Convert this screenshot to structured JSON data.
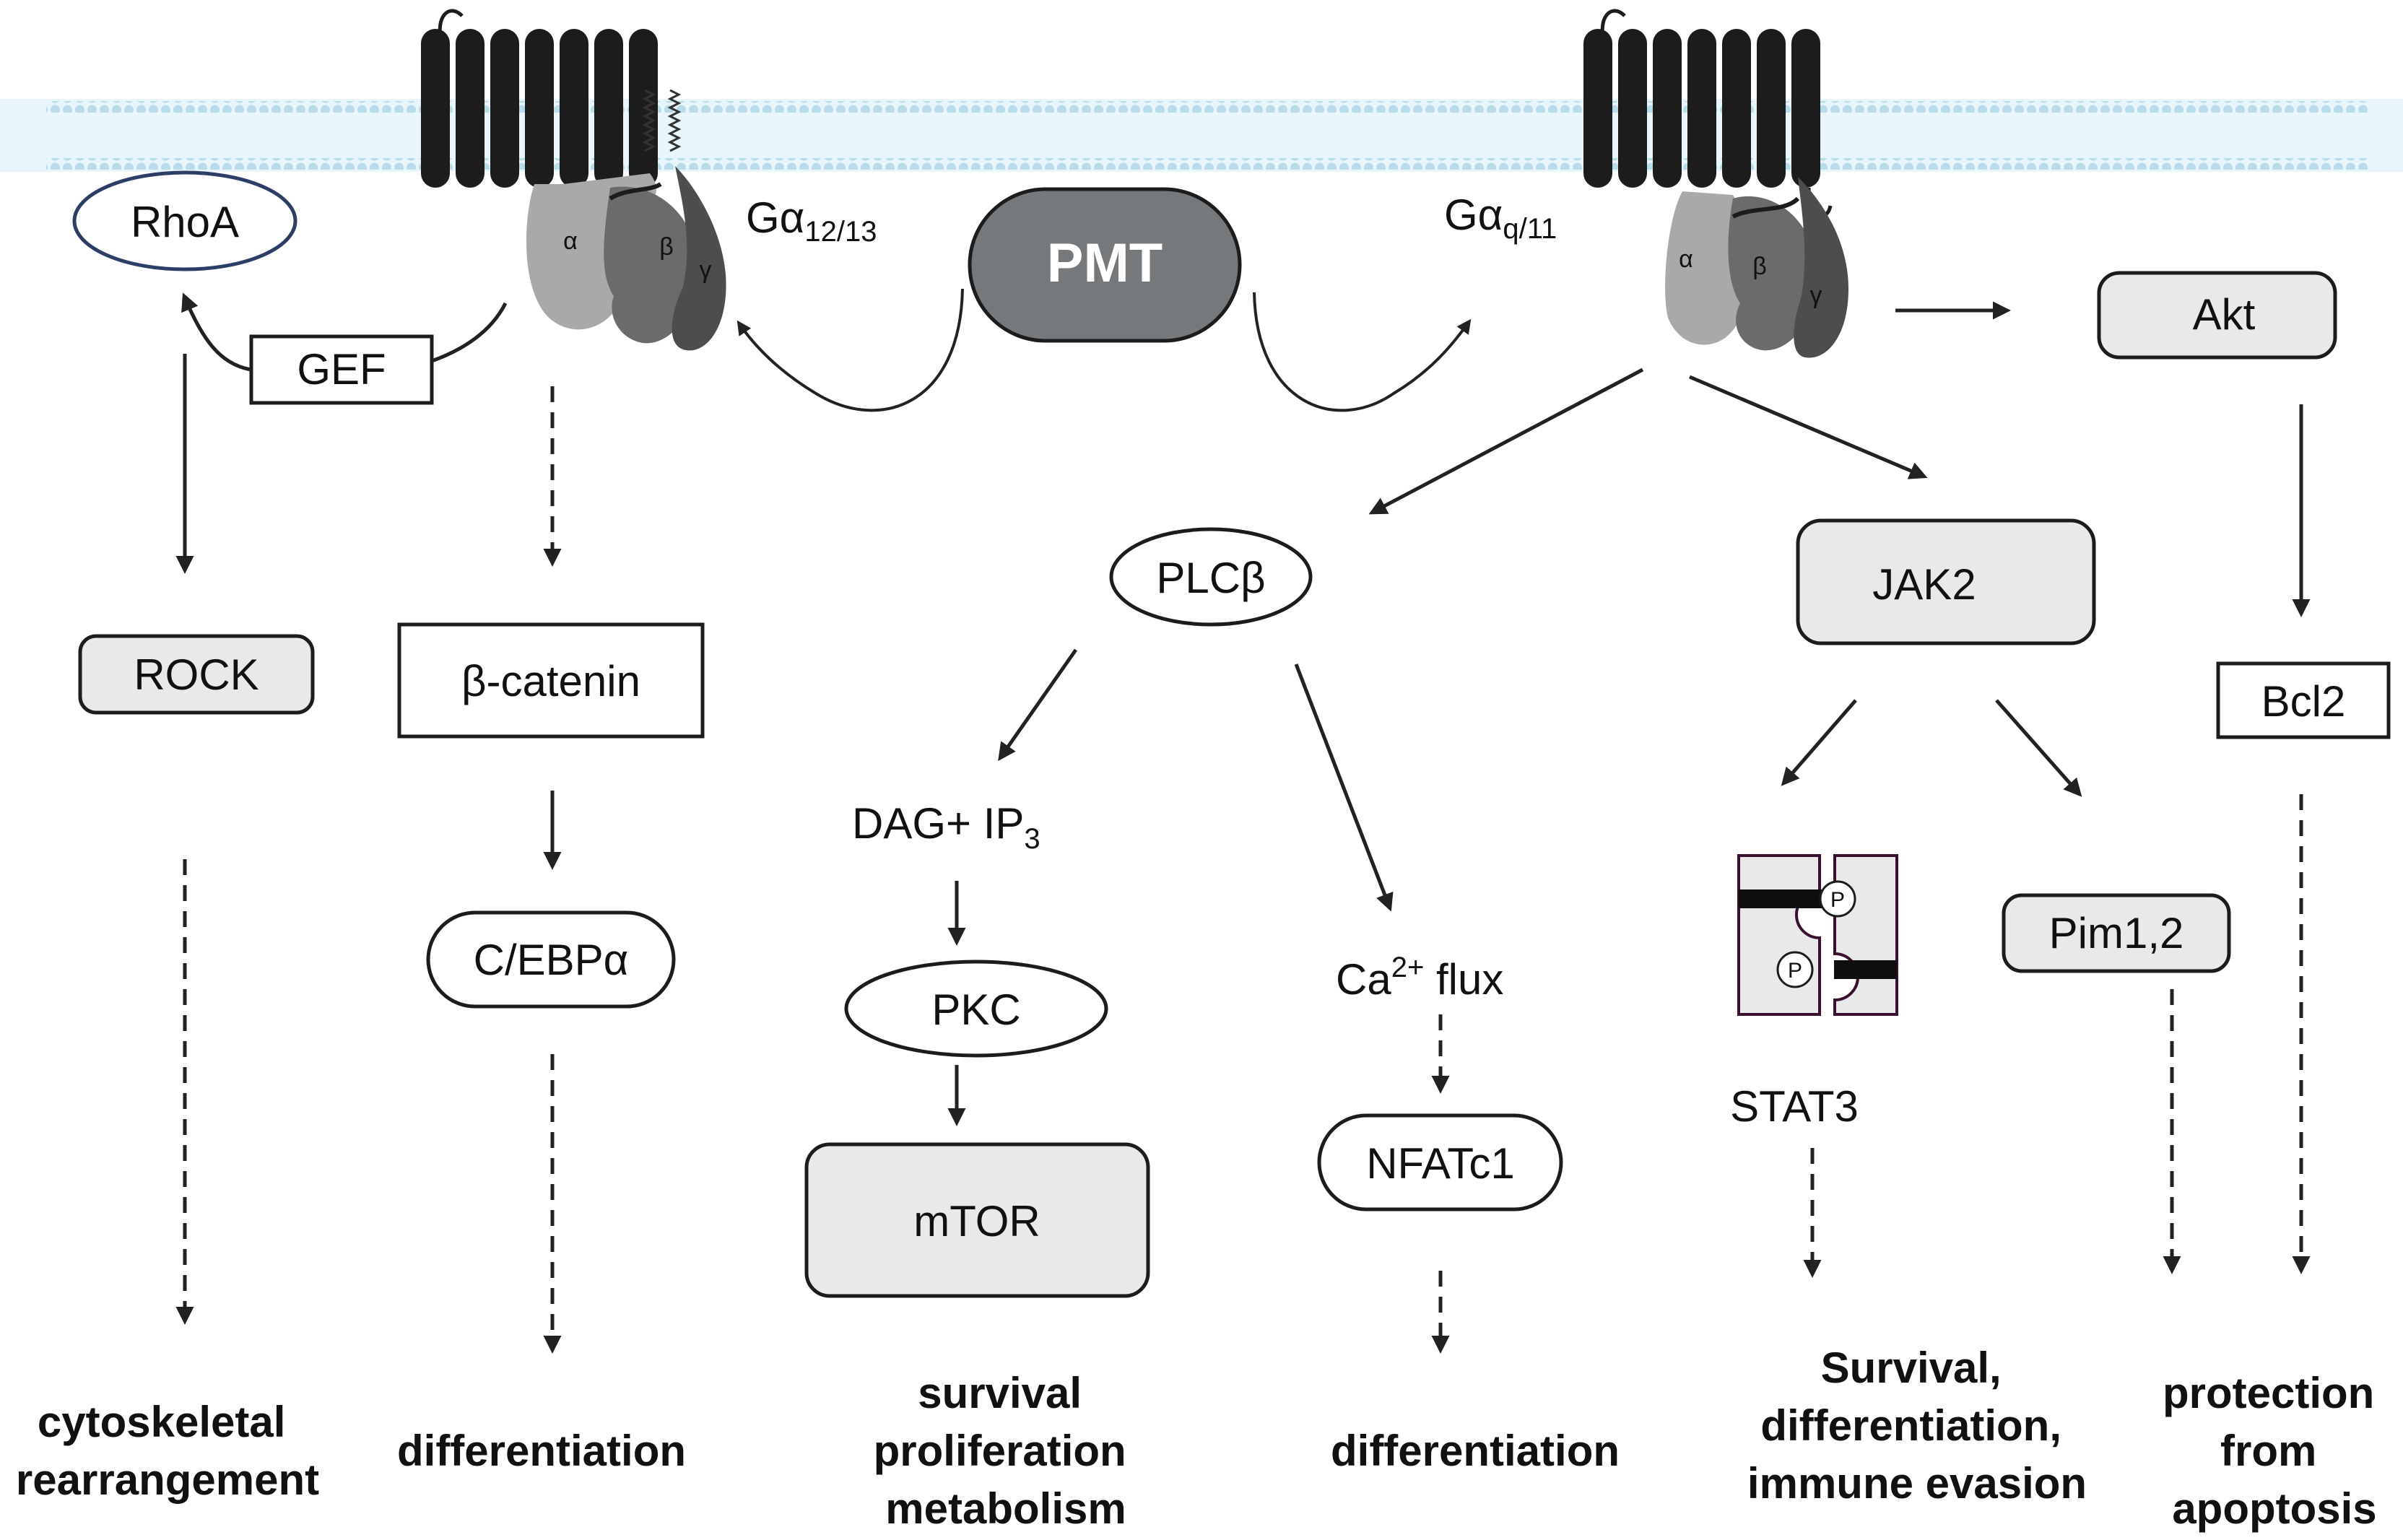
{
  "nodes": {
    "pmt": "PMT",
    "rhoa": "RhoA",
    "gef": "GEF",
    "rock": "ROCK",
    "beta_catenin": "β-catenin",
    "cebpa": "C/EBPα",
    "ga1213_base": "Gα",
    "ga1213_sub": "12/13",
    "gaq11_base": "Gα",
    "gaq11_sub": "q/11",
    "plcb": "PLCβ",
    "dag_ip3_base": "DAG+ IP",
    "dag_ip3_sub": "3",
    "pkc": "PKC",
    "mtor": "mTOR",
    "ca_flux_base": "Ca",
    "ca_flux_sup": "2+",
    "ca_flux_tail": " flux",
    "nfatc1": "NFATc1",
    "jak2": "JAK2",
    "stat3": "STAT3",
    "pim12": "Pim1,2",
    "akt": "Akt",
    "bcl2": "Bcl2"
  },
  "gprotein_subunits": {
    "alpha": "α",
    "beta": "β",
    "gamma": "γ"
  },
  "phospho_label": "P",
  "outcomes": {
    "cytoskeletal": [
      "cytoskeletal",
      "rearrangement"
    ],
    "diff1": [
      "differentiation"
    ],
    "survival_prolif": [
      "survival",
      "proliferation",
      "metabolism"
    ],
    "diff2": [
      "differentiation"
    ],
    "survival_diff_immune": [
      "Survival,",
      "differentiation,",
      "immune evasion"
    ],
    "protection": [
      "protection",
      "from",
      "apoptosis"
    ]
  },
  "colors": {
    "receptor": "#1c1c1c",
    "membrane_dot": "#b8dcea",
    "membrane_fill": "#e8f5fa",
    "alpha_subunit": "#a9a9a9",
    "beta_subunit": "#6b6b6b",
    "gamma_subunit": "#4d4d4d",
    "pmt_fill": "#76797c",
    "box_gray": "#e9e9e9",
    "rhoa_border": "#2c3e66",
    "stat3_border": "#3a1030"
  }
}
